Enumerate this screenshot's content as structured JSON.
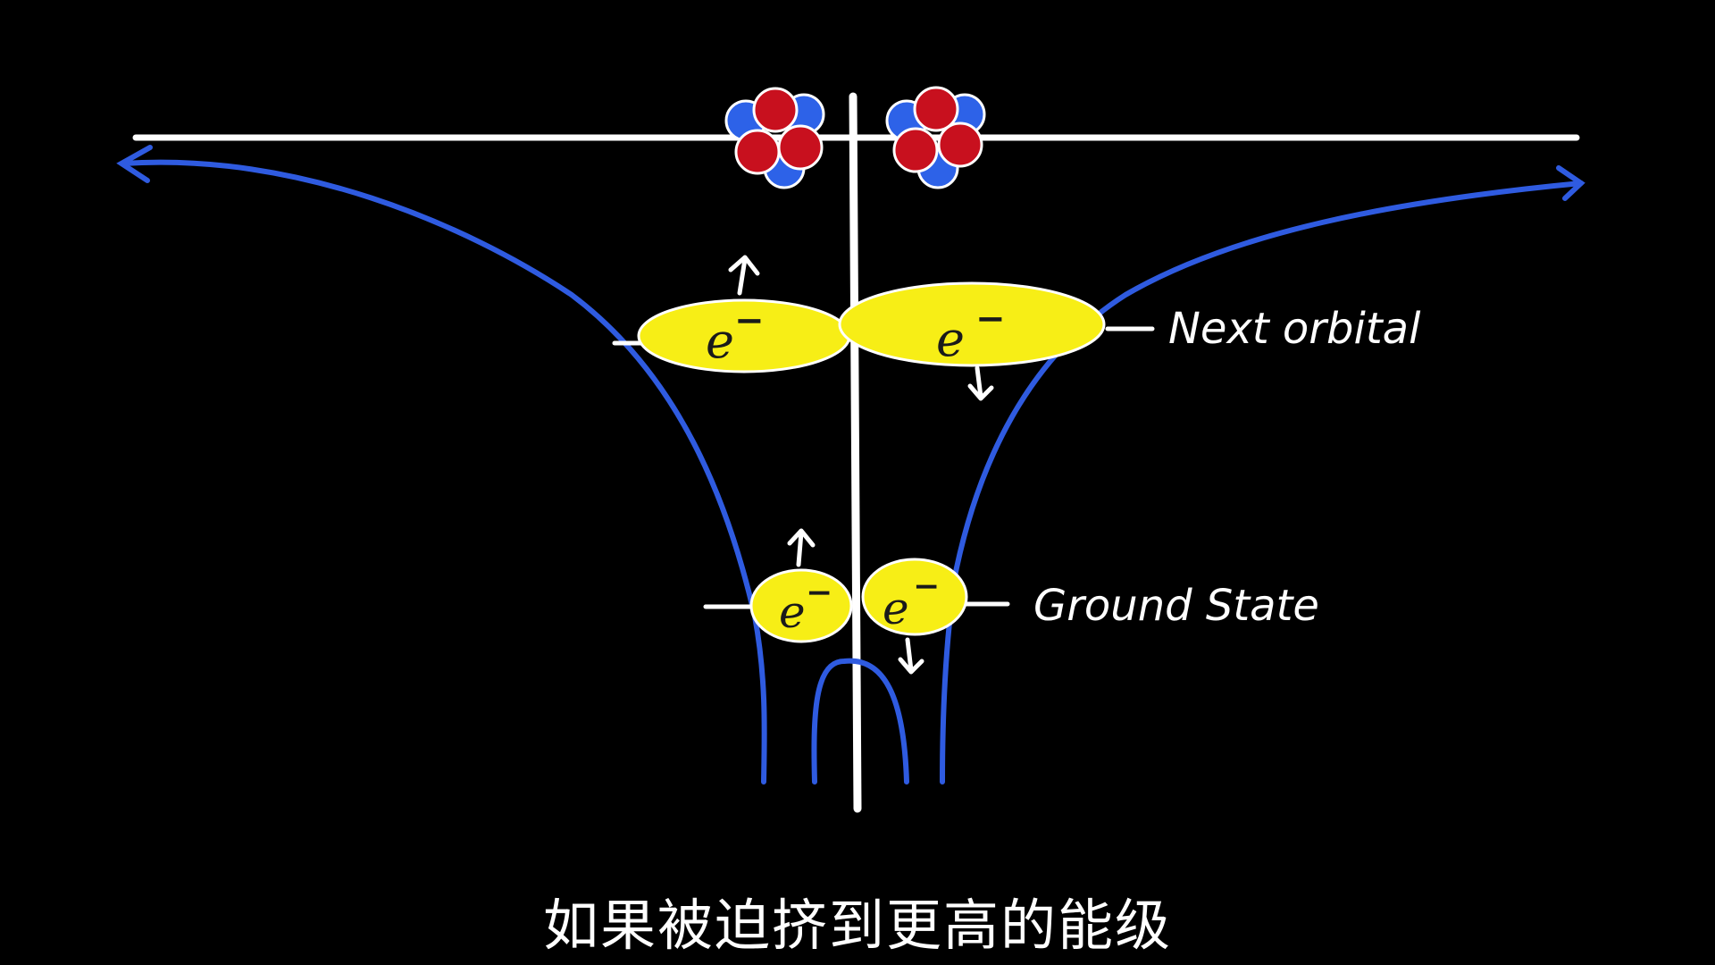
{
  "colors": {
    "background": "#000000",
    "axis": "#ffffff",
    "potential_curve": "#2f5be0",
    "electron_fill": "#f7ee16",
    "proton": "#c8101e",
    "neutron": "#2d62e8"
  },
  "labels": {
    "next_orbital": "Next orbital",
    "ground_state": "Ground State",
    "electron_symbol": "e",
    "electron_charge": "−"
  },
  "subtitle": "如果被迫挤到更高的能级"
}
